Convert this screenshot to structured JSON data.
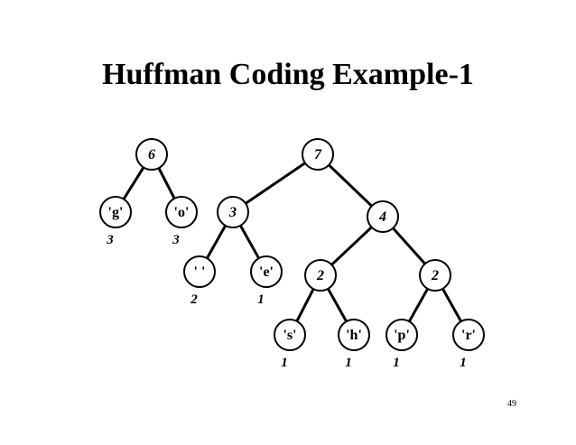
{
  "slide": {
    "title": "Huffman Coding Example-1",
    "page_number": "49"
  },
  "tree": {
    "nodes": [
      {
        "id": "n6",
        "label": "6",
        "kind": "internal"
      },
      {
        "id": "g",
        "label": "'g'",
        "kind": "leaf",
        "weight": "3"
      },
      {
        "id": "o",
        "label": "'o'",
        "kind": "leaf",
        "weight": "3"
      },
      {
        "id": "n7",
        "label": "7",
        "kind": "internal"
      },
      {
        "id": "n3",
        "label": "3",
        "kind": "internal"
      },
      {
        "id": "n4",
        "label": "4",
        "kind": "internal"
      },
      {
        "id": "sp",
        "label": "' '",
        "kind": "leaf",
        "weight": "2"
      },
      {
        "id": "e",
        "label": "'e'",
        "kind": "leaf",
        "weight": "1"
      },
      {
        "id": "n2a",
        "label": "2",
        "kind": "internal"
      },
      {
        "id": "n2b",
        "label": "2",
        "kind": "internal"
      },
      {
        "id": "s",
        "label": "'s'",
        "kind": "leaf",
        "weight": "1"
      },
      {
        "id": "h",
        "label": "'h'",
        "kind": "leaf",
        "weight": "1"
      },
      {
        "id": "p",
        "label": "'p'",
        "kind": "leaf",
        "weight": "1"
      },
      {
        "id": "r",
        "label": "'r'",
        "kind": "leaf",
        "weight": "1"
      }
    ],
    "edges": [
      [
        "n6",
        "g"
      ],
      [
        "n6",
        "o"
      ],
      [
        "n7",
        "n3"
      ],
      [
        "n7",
        "n4"
      ],
      [
        "n3",
        "sp"
      ],
      [
        "n3",
        "e"
      ],
      [
        "n4",
        "n2a"
      ],
      [
        "n4",
        "n2b"
      ],
      [
        "n2a",
        "s"
      ],
      [
        "n2a",
        "h"
      ],
      [
        "n2b",
        "p"
      ],
      [
        "n2b",
        "r"
      ]
    ]
  }
}
